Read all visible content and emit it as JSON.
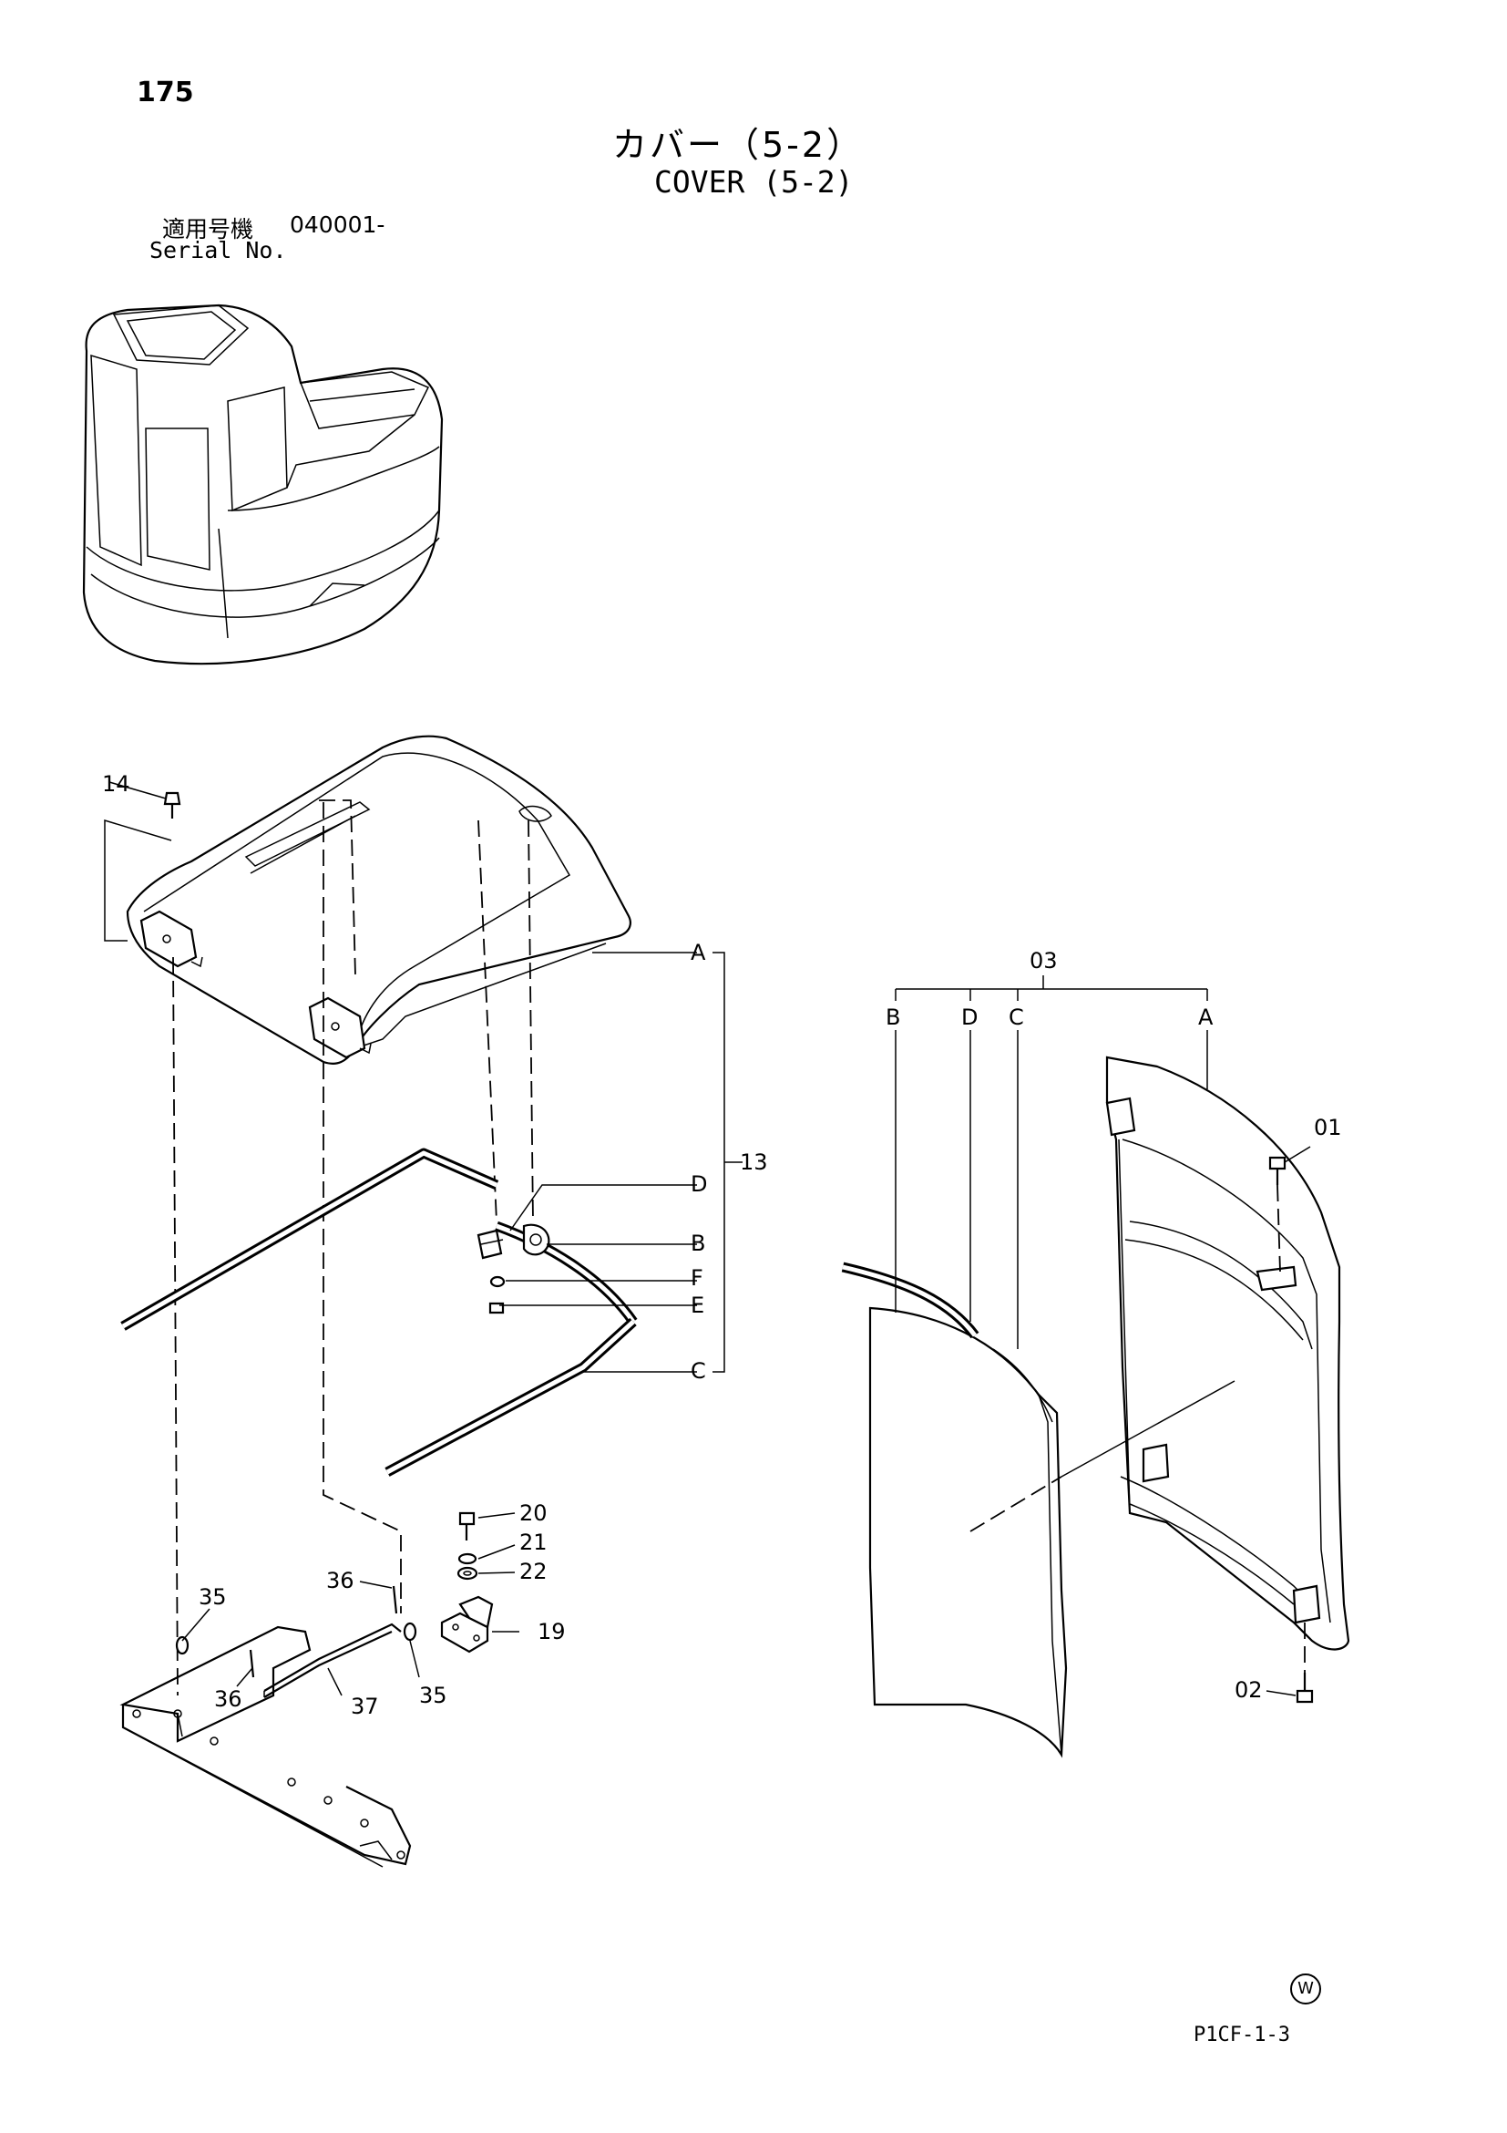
{
  "header": {
    "page_number": "175",
    "title_jp": "カバー（5-2）",
    "title_en": "COVER (5-2)",
    "serial_label_jp": "適用号機",
    "serial_value": "040001-",
    "serial_label_en": "Serial No."
  },
  "callouts": {
    "c14": "14",
    "c13": "13",
    "c03": "03",
    "c01": "01",
    "c02": "02",
    "c20": "20",
    "c21": "21",
    "c22": "22",
    "c19": "19",
    "c36a": "36",
    "c36b": "36",
    "c35a": "35",
    "c35b": "35",
    "c37": "37"
  },
  "letters": {
    "a1": "A",
    "d1": "D",
    "b1": "B",
    "f1": "F",
    "e1": "E",
    "c1": "C",
    "b2": "B",
    "d2": "D",
    "c2": "C",
    "a2": "A"
  },
  "footer": {
    "mark": "W",
    "drawing_code": "P1CF-1-3"
  }
}
